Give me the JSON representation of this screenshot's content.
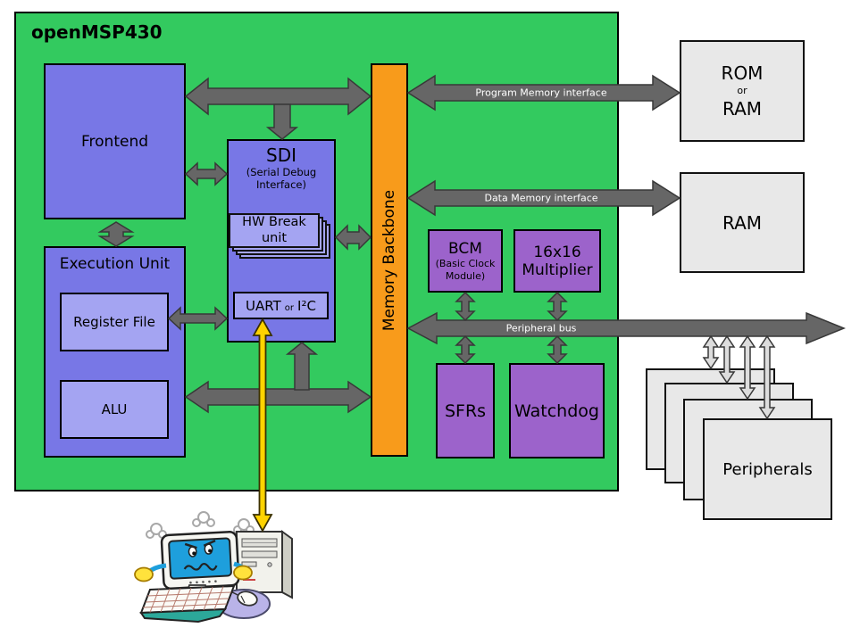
{
  "title": "openMSP430",
  "blocks": {
    "frontend": {
      "label": "Frontend"
    },
    "execution_unit": {
      "label": "Execution Unit"
    },
    "register_file": {
      "label": "Register File"
    },
    "alu": {
      "label": "ALU"
    },
    "sdi": {
      "label": "SDI",
      "sublabel_line1": "(Serial Debug",
      "sublabel_line2": "Interface)"
    },
    "hw_break": {
      "line1": "HW Break",
      "line2": "unit"
    },
    "uart": {
      "name": "UART",
      "conj": "or",
      "alt": "I²C"
    },
    "memory_backbone": {
      "label": "Memory Backbone"
    },
    "bcm": {
      "label": "BCM",
      "sublabel_line1": "(Basic Clock",
      "sublabel_line2": "Module)"
    },
    "multiplier": {
      "line1": "16x16",
      "line2": "Multiplier"
    },
    "sfrs": {
      "label": "SFRs"
    },
    "watchdog": {
      "label": "Watchdog"
    },
    "rom_ram": {
      "line1": "ROM",
      "line2": "or",
      "line3": "RAM"
    },
    "ram": {
      "label": "RAM"
    },
    "peripherals": {
      "label": "Peripherals"
    }
  },
  "bus_labels": {
    "program_memory": "Program Memory interface",
    "data_memory": "Data Memory interface",
    "peripheral_bus": "Peripheral bus"
  },
  "colors": {
    "background_green": "#33CA5F",
    "cpu_block_blue": "#7877E6",
    "inner_block_blue": "#A4A4F2",
    "backbone_orange": "#F89B1B",
    "peripheral_purple": "#9C63CB",
    "memory_block_gray": "#E8E8E8",
    "arrow_gray": "#666666",
    "debug_arrow_yellow": "#FFD300"
  }
}
